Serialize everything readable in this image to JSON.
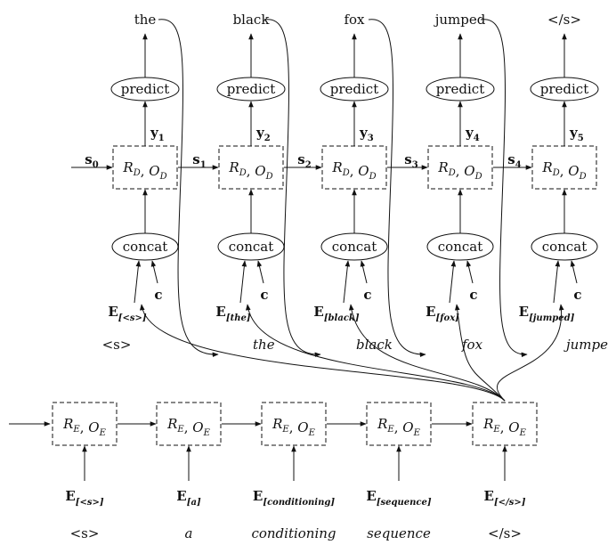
{
  "decoder": {
    "outputs": [
      "the",
      "black",
      "fox",
      "jumped",
      "</s>"
    ],
    "predict_label": "predict",
    "y_labels": [
      "y1",
      "y2",
      "y3",
      "y4",
      "y5"
    ],
    "state_labels": [
      "s0",
      "s1",
      "s2",
      "s3",
      "s4"
    ],
    "cell_label": "RD, OD",
    "concat_label": "concat",
    "context_label": "c",
    "embed_prefix": "E",
    "embed_subs": [
      "<s>",
      "the",
      "black",
      "fox",
      "jumped"
    ],
    "input_words": [
      "<s>",
      "the",
      "black",
      "fox",
      "jumped"
    ]
  },
  "encoder": {
    "cell_label": "RE, OE",
    "embed_prefix": "E",
    "embed_subs": [
      "<s>",
      "a",
      "conditioning",
      "sequence",
      "</s>"
    ],
    "input_words": [
      "<s>",
      "a",
      "conditioning",
      "sequence",
      "</s>"
    ]
  }
}
